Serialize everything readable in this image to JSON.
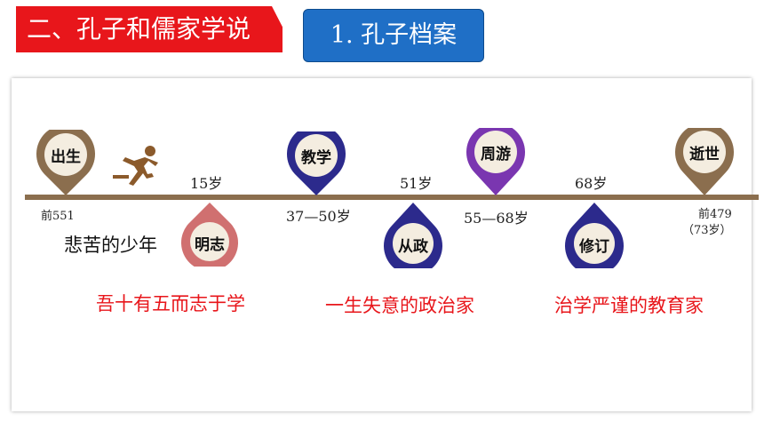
{
  "header": {
    "section_title": "二、孔子和儒家学说",
    "topic_title": "1. 孔子档案"
  },
  "colors": {
    "axis": "#8b6e4e",
    "brown": "#8b6e4e",
    "navy": "#2c2a8c",
    "purple": "#7a36b0",
    "rose": "#d07070",
    "red": "#e8161b"
  },
  "timeline": {
    "events": {
      "birth": "出生",
      "aspire": "明志",
      "teach": "教学",
      "politics": "从政",
      "travel": "周游",
      "revise": "修订",
      "death": "逝世"
    },
    "ages": {
      "birth_year": "前551",
      "aspire_age": "15岁",
      "teach_age": "37—50岁",
      "politics_age": "51岁",
      "travel_age": "55—68岁",
      "revise_age": "68岁",
      "death_year": "前479",
      "death_age": "（73岁）"
    },
    "stage_label": "悲苦的少年"
  },
  "quotes": {
    "youth": "吾十有五而志于学",
    "politics": "一生失意的政治家",
    "education": "治学严谨的教育家"
  }
}
